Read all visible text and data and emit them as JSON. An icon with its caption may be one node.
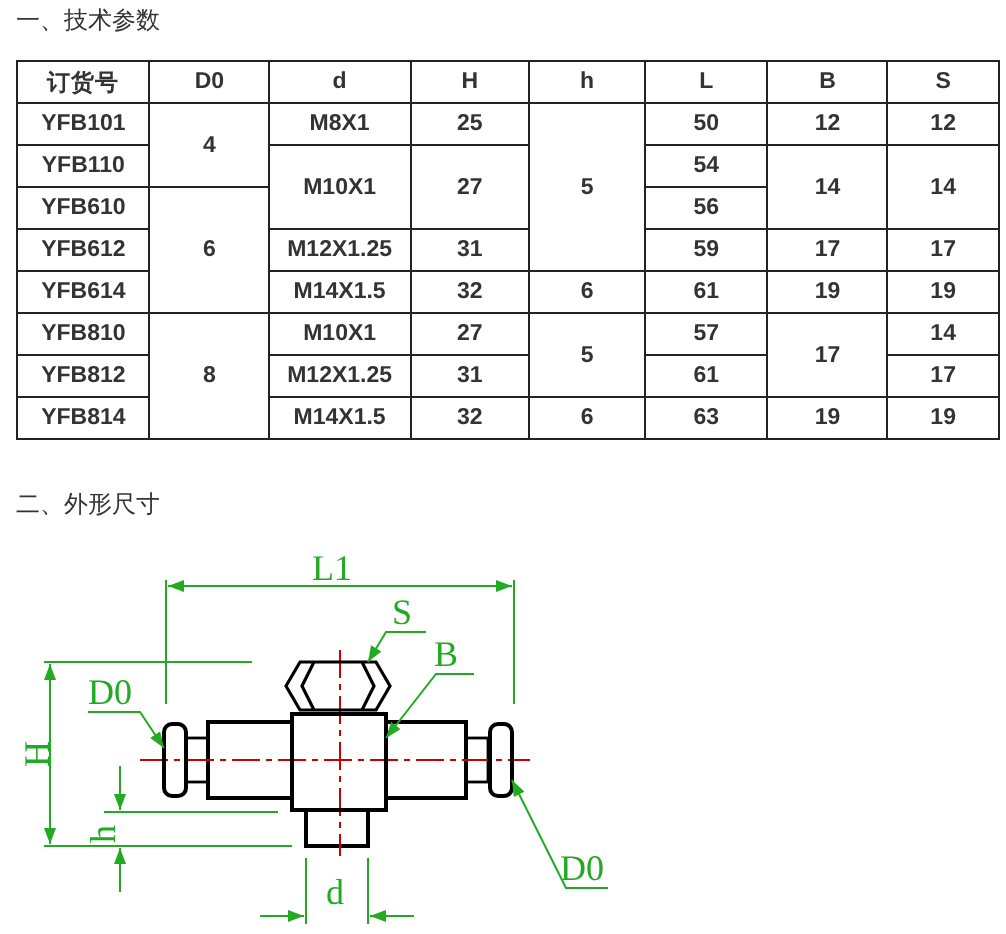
{
  "diagram": {
    "nodes": [
      {
        "text": [
          "S"
        ]
      },
      {
        "text": [
          "B"
        ]
      },
      {
        "text": [
          "D0"
        ]
      },
      {
        "text": [
          "D0"
        ]
      },
      {
        "text": [],
        "shape": "picture"
      },
      {
        "text": [],
        "shape": "box"
      },
      {
        "text": [],
        "shape": "box"
      },
      {
        "text": [],
        "shape": "box"
      }
    ],
    "edges": [
      {
        "from": 0,
        "to": 4,
        "arrow": "to"
      },
      {
        "from": 1,
        "to": 6,
        "arrow": "to"
      },
      {
        "from": 2,
        "to": 5,
        "arrow": "to"
      },
      {
        "from": 3,
        "to": 7,
        "arrow": "to"
      }
    ],
    "labels": [
      "一、技术参数",
      "订货号",
      "D0",
      "d",
      "H",
      "h",
      "L",
      "B",
      "S",
      "YFB101",
      "4",
      "M8X1",
      "25",
      "5",
      "50",
      "12",
      "12",
      "YFB110",
      "M10X1",
      "27",
      "54",
      "14",
      "14",
      "YFB610",
      "6",
      "56",
      "YFB612",
      "M12X1.25",
      "31",
      "59",
      "17",
      "17",
      "YFB614",
      "M14X1.5",
      "32",
      "6",
      "61",
      "19",
      "19",
      "YFB810",
      "8",
      "M10X1",
      "27",
      "5",
      "57",
      "17",
      "14",
      "YFB812",
      "M12X1.25",
      "31",
      "61",
      "17",
      "YFB814",
      "M14X1.5",
      "32",
      "6",
      "63",
      "19",
      "19",
      "二、外形尺寸",
      "L1",
      "H",
      "h",
      "d"
    ]
  }
}
